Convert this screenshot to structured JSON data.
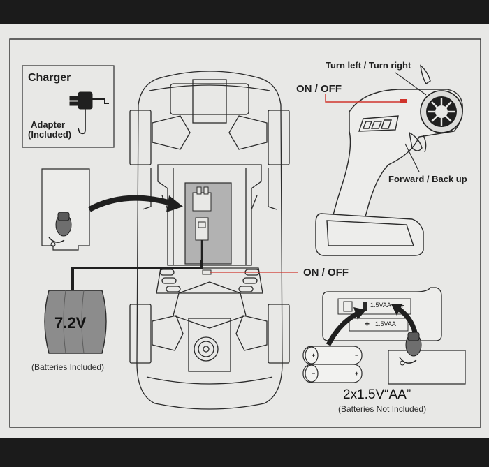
{
  "charger": {
    "title": "Charger",
    "adapter": "Adapter",
    "included": "(Included)"
  },
  "car_battery": {
    "voltage": "7.2V",
    "note": "(Batteries Included)"
  },
  "remote": {
    "steering_label": "Turn left / Turn right",
    "power_label": "ON  / OFF",
    "throttle_label": "Forward / Back up"
  },
  "car": {
    "power_label": "ON  / OFF"
  },
  "aa": {
    "cell_label_1": "1.5VAA",
    "cell_label_2": "1.5VAA",
    "plus": "+",
    "minus": "−",
    "count_label": "2x1.5V“AA”",
    "note": "(Batteries Not Included)"
  },
  "colors": {
    "paper": "#e8e8e6",
    "line": "#2b2b2b",
    "accent_red": "#d0342c",
    "battery_gray": "#8c8c8c"
  }
}
